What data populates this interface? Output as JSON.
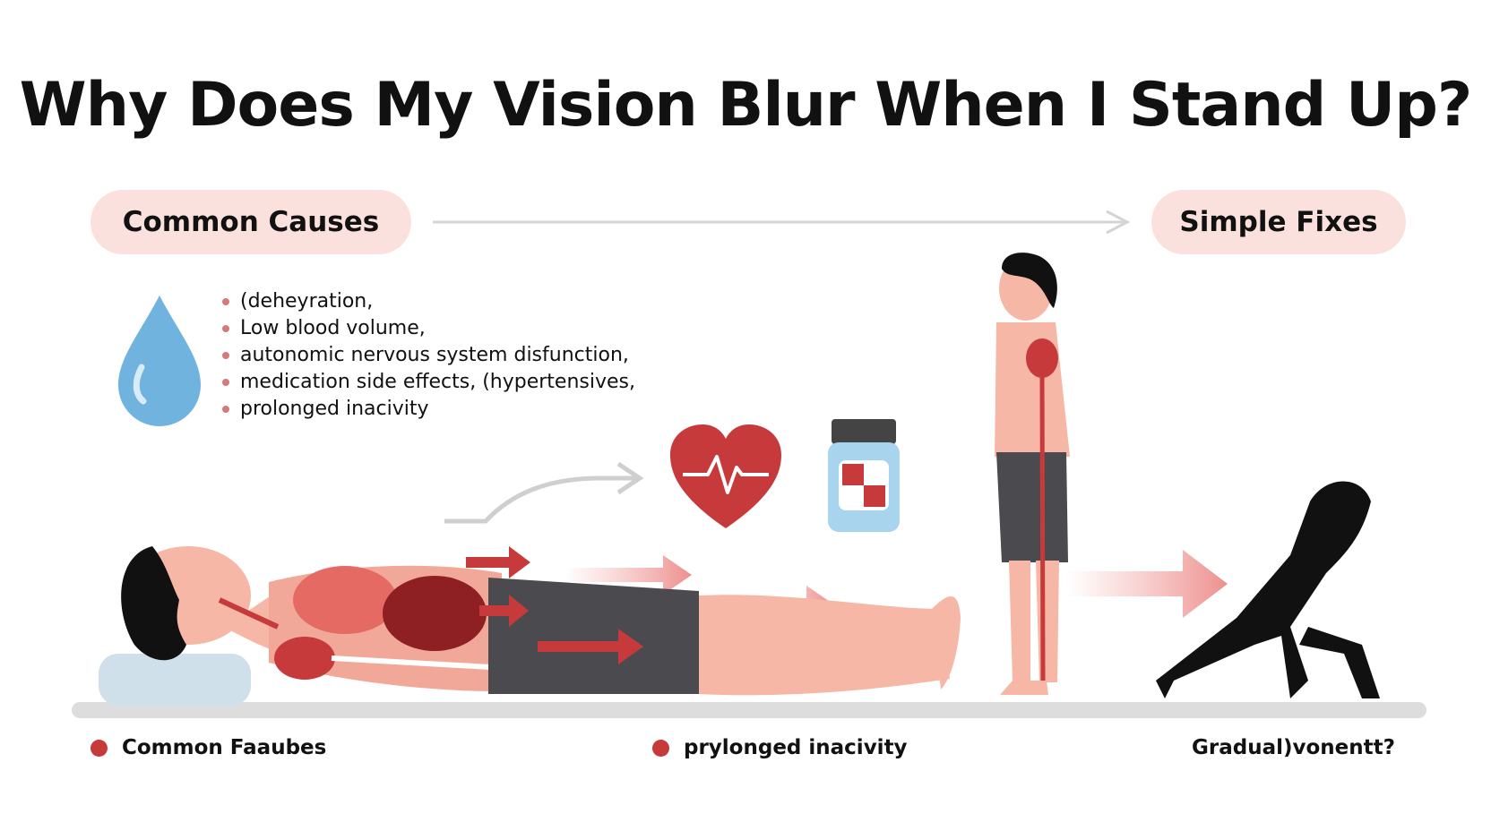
{
  "title": "Why Does My Vision Blur When I Stand Up?",
  "headers": {
    "causes_label": "Common Causes",
    "fixes_label": "Simple Fixes"
  },
  "causes": [
    "(deheyration,",
    "Low blood volume,",
    "autonomic nervous system disfunction,",
    "medication side effects, (hypertensives,",
    "prolonged inacivity"
  ],
  "footer": {
    "left": "Common Faaubes",
    "middle": "prylonged inacivity",
    "right": "Gradual)vonentt?"
  },
  "colors": {
    "accent_red": "#c73a3c",
    "pill_bg": "#fbe1dd",
    "skin": "#f6b7a6",
    "shorts": "#4a4a4f",
    "water_drop": "#6fb3de"
  },
  "icons": [
    "water-drop-icon",
    "heart-pulse-icon",
    "pill-bottle-icon",
    "arrow-icon"
  ]
}
